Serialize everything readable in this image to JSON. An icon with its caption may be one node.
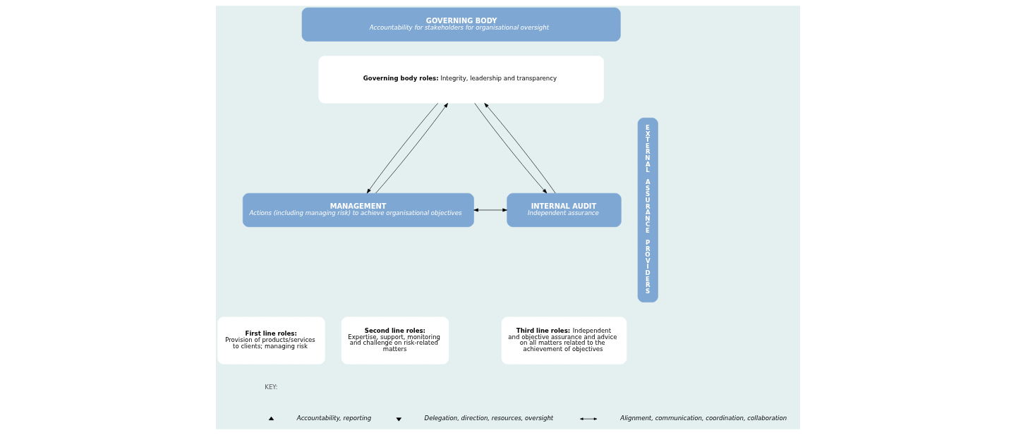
{
  "diagram": {
    "nodes": [
      {
        "text": [
          "GOVERNING BODY",
          "Accountability for stakeholders for organisational oversight"
        ]
      },
      {
        "text": [
          "**Governing body roles:** Integrity, leadership and transparency"
        ]
      },
      {
        "text": [
          "MANAGEMENT",
          "Actions (including managing risk) to achieve organisational objectives"
        ]
      },
      {
        "text": [
          "First line roles:",
          "Provision of products/services to clients; managing risk"
        ]
      },
      {
        "text": [
          "Second line roles:",
          "Expertise, support, monitoring and challenge on risk-related matters"
        ]
      },
      {
        "text": [
          "INTERNAL AUDIT",
          "Independent assurance"
        ]
      },
      {
        "text": [
          "**Third line roles:** Independent and objective assurance and advice on all matters related to the achievement of objectives"
        ]
      },
      {
        "text": [
          "EXTERNAL ASSURANCE PROVIDERS"
        ]
      }
    ],
    "edges": [
      {
        "from": 1,
        "to": 2,
        "arrow": "to"
      },
      {
        "from": 2,
        "to": 1,
        "arrow": "to"
      },
      {
        "from": 1,
        "to": 5,
        "arrow": "to"
      },
      {
        "from": 5,
        "to": 1,
        "arrow": "to"
      },
      {
        "from": 2,
        "to": 5,
        "arrow": "both"
      }
    ],
    "labels": [
      "KEY:"
    ],
    "legend": [
      {
        "text": "Accountability, reporting"
      },
      {
        "text": "Delegation, direction, resources, oversight"
      },
      {
        "text": "Alignment, communication, coordination, collaboration"
      }
    ]
  }
}
